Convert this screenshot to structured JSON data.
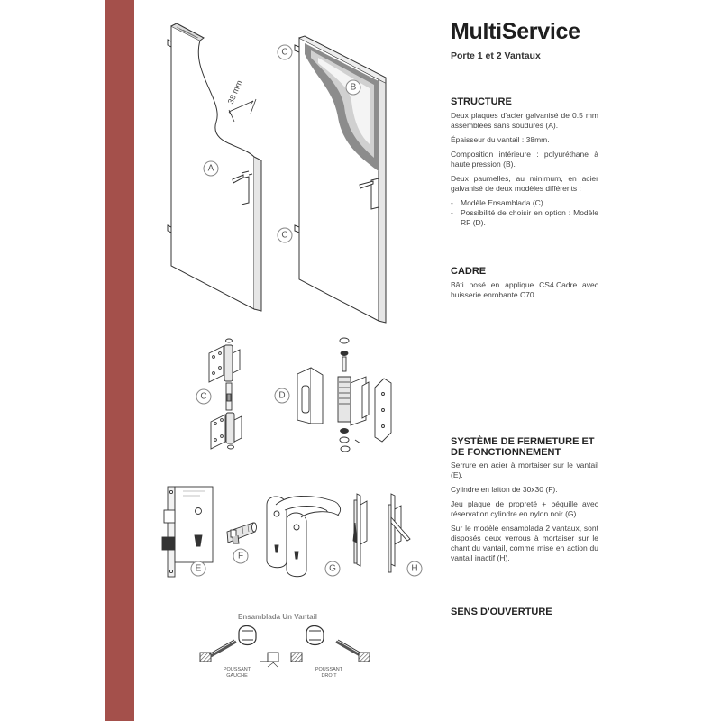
{
  "page": {
    "title": "MultiService",
    "subtitle": "Porte 1 et 2 Vantaux",
    "accent_color": "#a4504b"
  },
  "sections": {
    "structure": {
      "heading": "STRUCTURE",
      "paragraphs": [
        "Deux plaques d'acier galvanisé de 0.5 mm assemblées sans soudures (A).",
        "Épaisseur du vantail : 38mm.",
        "Composition intérieure : polyuréthane à haute pression (B).",
        "Deux paumelles, au minimum, en acier galvanisé de deux modèles différents :"
      ],
      "list": [
        "Modèle Ensamblada (C).",
        "Possibilité de choisir en option : Modèle RF (D)."
      ]
    },
    "cadre": {
      "heading": "CADRE",
      "paragraphs": [
        "Bâti posé en applique CS4.Cadre avec huisserie enrobante C70."
      ]
    },
    "fermeture": {
      "heading_line1": "SYSTÈME DE FERMETURE ET",
      "heading_line2": "DE FONCTIONNEMENT",
      "paragraphs": [
        "Serrure en acier à mortaiser sur le vantail (E).",
        "Cylindre en laiton de 30x30 (F).",
        "Jeu plaque de propreté + béquille avec réservation cylindre en nylon noir (G).",
        "Sur le modèle ensamblada 2 vantaux, sont disposés deux verrous à mortaiser sur le chant du vantail, comme mise en action du vantail inactif (H)."
      ]
    },
    "sens": {
      "heading": "SENS D'OUVERTURE"
    }
  },
  "diagram": {
    "thickness_label": "38 mm",
    "callouts": {
      "a": "A",
      "b": "B",
      "c": "C",
      "d": "D",
      "e": "E",
      "f": "F",
      "g": "G",
      "h": "H"
    },
    "opening": {
      "caption": "Ensamblada Un Vantail",
      "left_label_1": "POUSSANT",
      "left_label_2": "GAUCHE",
      "right_label_1": "POUSSANT",
      "right_label_2": "DROIT"
    }
  }
}
